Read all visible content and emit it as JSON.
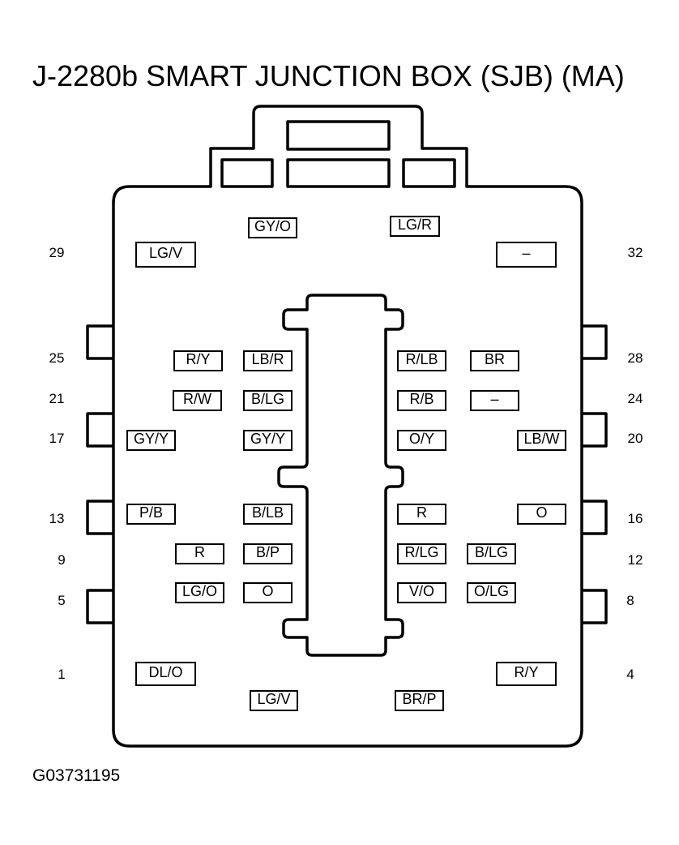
{
  "title": "J-2280b SMART JUNCTION BOX (SJB) (MA)",
  "figure_id": "G03731195",
  "connector": {
    "terminal_numbers": {
      "t29": "29",
      "t32": "32",
      "t25": "25",
      "t28": "28",
      "t21": "21",
      "t24": "24",
      "t17": "17",
      "t20": "20",
      "t13": "13",
      "t16": "16",
      "t9": "9",
      "t12": "12",
      "t5": "5",
      "t8": "8",
      "t1": "1",
      "t4": "4"
    },
    "wires": {
      "w31": "GY/O",
      "w30": "LG/R",
      "w29": "LG/V",
      "w32": "–",
      "w25": "R/Y",
      "w26": "LB/R",
      "w27": "R/LB",
      "w28": "BR",
      "w21": "R/W",
      "w22": "B/LG",
      "w23": "R/B",
      "w24": "–",
      "w17": "GY/Y",
      "w18": "GY/Y",
      "w19": "O/Y",
      "w20": "LB/W",
      "w13": "P/B",
      "w14": "B/LB",
      "w15": "R",
      "w16": "O",
      "w9": "R",
      "w10": "B/P",
      "w11": "R/LG",
      "w12": "B/LG",
      "w5": "LG/O",
      "w6": "O",
      "w7": "V/O",
      "w8": "O/LG",
      "w1": "DL/O",
      "w4": "R/Y",
      "w2": "LG/V",
      "w3": "BR/P"
    }
  }
}
